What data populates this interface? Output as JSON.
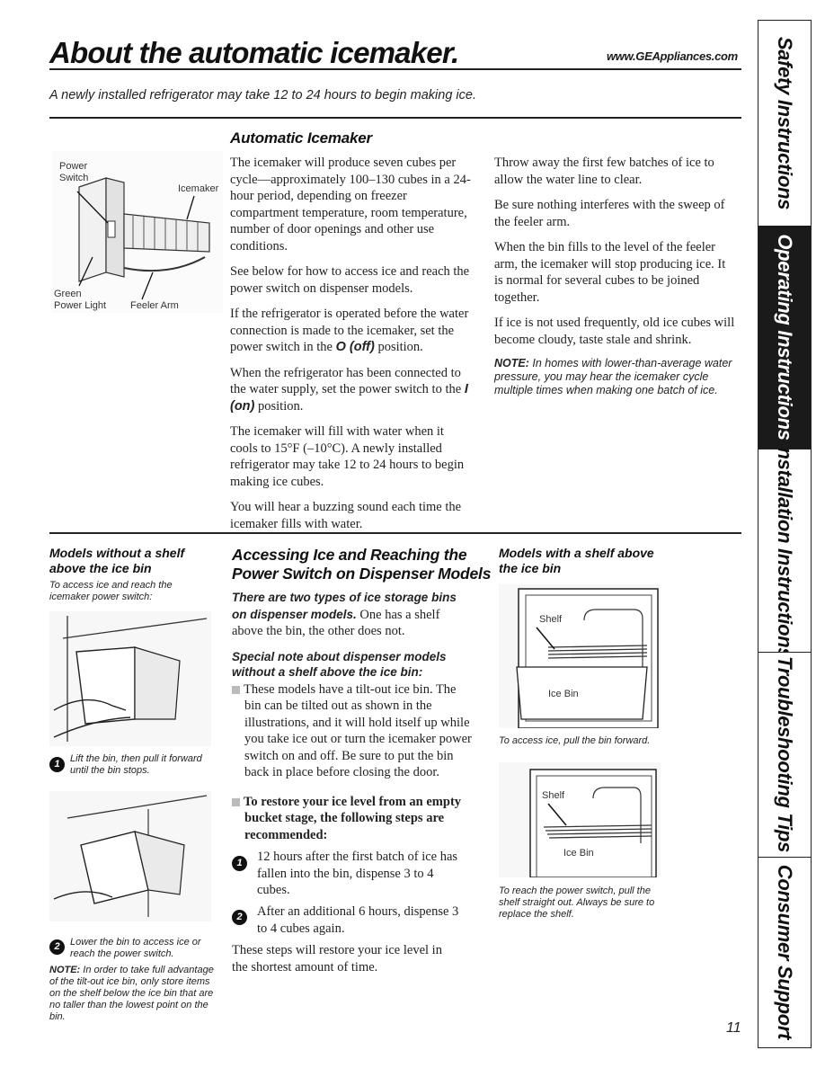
{
  "header": {
    "title": "About the automatic icemaker.",
    "url": "www.GEAppliances.com",
    "intro": "A newly installed refrigerator may take 12 to 24 hours to begin making ice."
  },
  "automatic": {
    "heading": "Automatic Icemaker",
    "diagram_labels": {
      "power": "Power",
      "switch": "Switch",
      "icemaker": "Icemaker",
      "green": "Green",
      "power_light": "Power Light",
      "feeler_arm": "Feeler Arm"
    },
    "col1": {
      "p1": "The icemaker will produce seven cubes per cycle—approximately 100–130 cubes in a 24-hour period, depending on freezer compartment temperature, room temperature, number of door openings and other use conditions.",
      "p2": "See below for how to access ice and reach the power switch on dispenser models.",
      "p3_pre": "If the refrigerator is operated before the water connection is made to the icemaker, set the power switch in the ",
      "p3_em": "O (off)",
      "p3_post": " position.",
      "p4_pre": "When the refrigerator has been connected to the water supply, set the power switch to the ",
      "p4_em": "I (on)",
      "p4_post": " position.",
      "p5": "The icemaker will fill with water when it cools to 15°F (–10°C). A newly installed refrigerator may take 12 to 24 hours to begin making ice cubes.",
      "p6": "You will hear a buzzing sound each time the icemaker fills with water."
    },
    "col2": {
      "p1": "Throw away the first few batches of ice to allow the water line to clear.",
      "p2": "Be sure nothing interferes with the sweep of the feeler arm.",
      "p3": "When the bin fills to the level of the feeler arm, the icemaker will stop producing ice. It is normal for several cubes to be joined together.",
      "p4": "If ice is not used frequently, old ice cubes will become cloudy, taste stale and shrink.",
      "note_label": "NOTE:",
      "note_text": " In homes with lower-than-average water pressure, you may hear the icemaker cycle multiple times when making one batch of ice."
    }
  },
  "without_shelf": {
    "heading": "Models without a shelf above the ice bin",
    "subcap": "To access ice and reach the icemaker power switch:",
    "step1_num": "1",
    "step1": "Lift the bin, then pull it forward until the bin stops.",
    "step2_num": "2",
    "step2": "Lower the bin to access ice or reach the power switch.",
    "note_label": "NOTE:",
    "note_text": " In order to take full advantage of the tilt-out ice bin, only store items on the shelf below the ice bin that are no taller than the lowest point on the bin."
  },
  "accessing": {
    "heading": "Accessing Ice and Reaching the Power Switch on Dispenser Models",
    "p1_bold": "There are two types of ice storage bins on dispenser models.",
    "p1_rest": " One has a shelf above the bin, the other does not.",
    "special_heading": "Special note about dispenser models without a shelf above the ice bin:",
    "special_text": "These models have a tilt-out ice bin. The bin can be tilted out as shown in the illustrations, and it will hold itself up while you take ice out or turn the icemaker power switch on and off. Be sure to put the bin back in place before closing the door.",
    "restore_heading": "To restore your ice level from an empty bucket stage, the following steps are recommended:",
    "step1_num": "1",
    "step1": "12 hours after the first batch of ice has fallen into the bin, dispense 3 to 4 cubes.",
    "step2_num": "2",
    "step2": "After an additional 6 hours, dispense 3 to 4 cubes again.",
    "closing": "These steps will restore your ice level in the shortest amount of time."
  },
  "with_shelf": {
    "heading": "Models with a shelf above the ice bin",
    "shelf_label": "Shelf",
    "bin_label": "Ice Bin",
    "cap1": "To access ice, pull the bin forward.",
    "cap2": "To reach the power switch, pull the shelf straight out. Always be sure to replace the shelf."
  },
  "tabs": [
    {
      "label": "Safety Instructions",
      "active": false
    },
    {
      "label": "Operating Instructions",
      "active": true
    },
    {
      "label": "Installation Instructions",
      "active": false
    },
    {
      "label": "Troubleshooting Tips",
      "active": false
    },
    {
      "label": "Consumer Support",
      "active": false
    }
  ],
  "page_number": "11"
}
